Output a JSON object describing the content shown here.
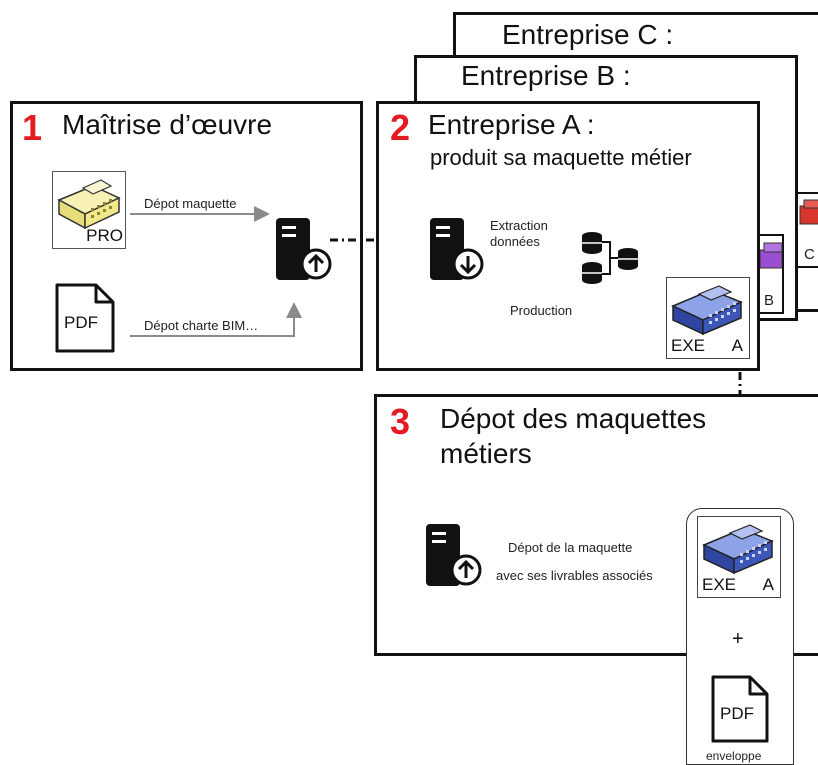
{
  "enterprise_c": {
    "title": "Entreprise C :",
    "building_letter": "C"
  },
  "enterprise_b": {
    "title": "Entreprise B :",
    "building_letter": "B"
  },
  "step1": {
    "number": "1",
    "title": "Maîtrise d’œuvre",
    "pro_label": "PRO",
    "pdf_label": "PDF",
    "arrow_maquette": "Dépot maquette",
    "arrow_charte": "Dépot charte BIM…"
  },
  "step2": {
    "number": "2",
    "title": "Entreprise A :",
    "subtitle": "produit sa maquette métier",
    "extraction_line1": "Extraction",
    "extraction_line2": "données",
    "production": "Production",
    "exe_label": "EXE",
    "letter": "A"
  },
  "step3": {
    "number": "3",
    "title_line1": "Dépot des maquettes",
    "title_line2": "métiers",
    "deposit_line1": "Dépot de la maquette",
    "deposit_line2": "avec ses livrables associés"
  },
  "envelope": {
    "exe_label": "EXE",
    "letter": "A",
    "plus": "+",
    "pdf_label": "PDF",
    "caption": "enveloppe"
  },
  "colors": {
    "step_number": "#e31b23",
    "building_pro": "#f2e88a",
    "building_a": "#3d57b8",
    "building_b": "#9a4fd0",
    "building_c": "#d8342e"
  },
  "icons": [
    "building-icon",
    "pdf-file-icon",
    "server-upload-icon",
    "server-download-icon",
    "database-network-icon",
    "arrow-icon"
  ]
}
